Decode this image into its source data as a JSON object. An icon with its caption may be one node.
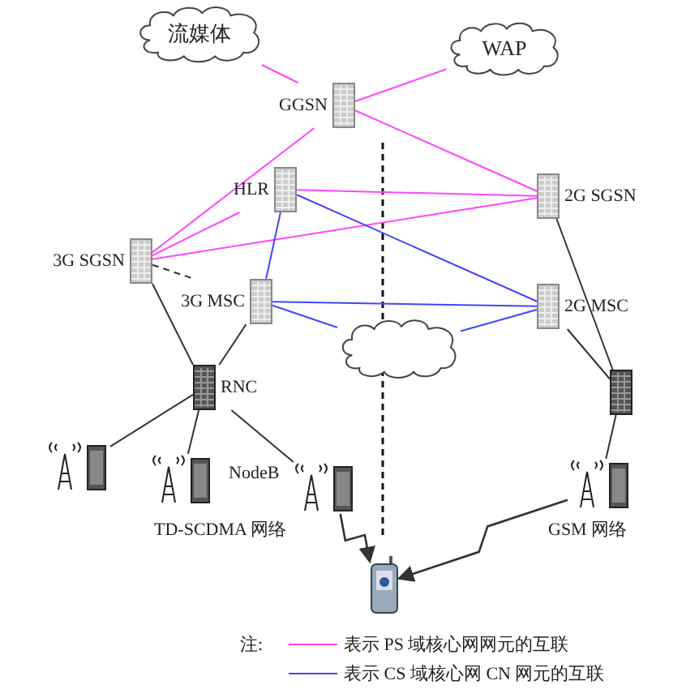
{
  "diagram": {
    "nodes": [
      {
        "text": [
          "流媒体"
        ]
      },
      {
        "text": [
          "WAP"
        ]
      },
      {
        "text": [
          "GGSN"
        ]
      },
      {
        "text": [
          "HLR"
        ]
      },
      {
        "text": [
          "2G SGSN"
        ]
      },
      {
        "text": [
          "3G SGSN"
        ]
      },
      {
        "text": [
          "3G MSC"
        ]
      },
      {
        "text": [
          "2G MSC"
        ]
      },
      {
        "text": [],
        "shape": "cloud"
      },
      {
        "text": [
          "RNC"
        ]
      },
      {
        "text": [],
        "shape": "box"
      },
      {
        "text": [],
        "shape": "tower"
      },
      {
        "text": [],
        "shape": "tower",
        "beside": [
          "NodeB"
        ]
      },
      {
        "text": [],
        "shape": "tower"
      },
      {
        "text": [],
        "shape": "tower"
      },
      {
        "text": [],
        "shape": "phone"
      }
    ],
    "edges": [
      {
        "from": 0,
        "to": 2,
        "arrow": "none",
        "color": "#ff44ff"
      },
      {
        "from": 1,
        "to": 2,
        "arrow": "none",
        "color": "#ff44ff"
      },
      {
        "from": 2,
        "to": 5,
        "arrow": "none",
        "color": "#ff44ff"
      },
      {
        "from": 2,
        "to": 4,
        "arrow": "none",
        "color": "#ff44ff"
      },
      {
        "from": 3,
        "to": 4,
        "arrow": "none",
        "color": "#ff44ff"
      },
      {
        "from": 5,
        "to": 3,
        "arrow": "none",
        "color": "#ff44ff"
      },
      {
        "from": 5,
        "to": 4,
        "arrow": "none",
        "color": "#ff44ff"
      },
      {
        "from": 3,
        "to": 6,
        "arrow": "none",
        "color": "#4444ff"
      },
      {
        "from": 3,
        "to": 7,
        "arrow": "none",
        "color": "#4444ff"
      },
      {
        "from": 6,
        "to": 7,
        "arrow": "none",
        "color": "#4444ff"
      },
      {
        "from": 6,
        "to": 8,
        "arrow": "none",
        "color": "#4444ff"
      },
      {
        "from": 8,
        "to": 7,
        "arrow": "none",
        "color": "#4444ff"
      },
      {
        "from": 5,
        "to": 6,
        "arrow": "none",
        "style": "dashed"
      },
      {
        "from": 5,
        "to": 9,
        "arrow": "none"
      },
      {
        "from": 6,
        "to": 9,
        "arrow": "none"
      },
      {
        "from": 9,
        "to": 11,
        "arrow": "none"
      },
      {
        "from": 9,
        "to": 12,
        "arrow": "none"
      },
      {
        "from": 9,
        "to": 13,
        "arrow": "none"
      },
      {
        "from": 4,
        "to": 10,
        "arrow": "none"
      },
      {
        "from": 7,
        "to": 10,
        "arrow": "none"
      },
      {
        "from": 10,
        "to": 14,
        "arrow": "none"
      },
      {
        "from": 13,
        "to": 15,
        "arrow": "to"
      },
      {
        "from": 14,
        "to": 15,
        "arrow": "to"
      }
    ],
    "labels": [
      "TD-SCDMA 网络",
      "GSM 网络",
      "注:"
    ],
    "legend": [
      {
        "text": "表示 PS 域核心网网元的互联",
        "color": "#ff44ff"
      },
      {
        "text": "表示 CS 域核心网 CN 网元的互联",
        "color": "#4444ff"
      }
    ]
  }
}
